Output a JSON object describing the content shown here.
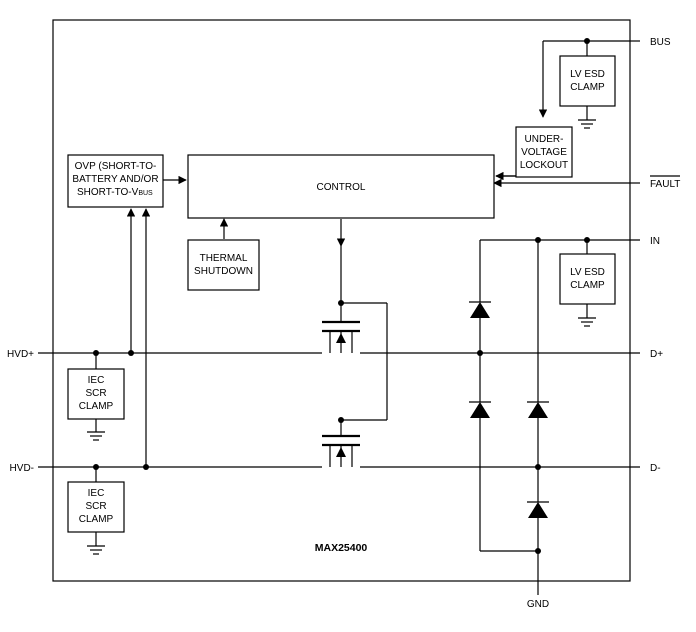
{
  "chip_name": "MAX25400",
  "pins": {
    "bus": "BUS",
    "fault": "FAULT",
    "in": "IN",
    "dplus": "D+",
    "dminus": "D-",
    "gnd": "GND",
    "hvdplus": "HVD+",
    "hvdminus": "HVD-"
  },
  "blocks": {
    "ovp": [
      "OVP (SHORT-TO-",
      "BATTERY AND/OR",
      "SHORT-TO-V"
    ],
    "ovp_subscript": "BUS",
    "control": "CONTROL",
    "thermal": [
      "THERMAL",
      "SHUTDOWN"
    ],
    "uvlo": [
      "UNDER-",
      "VOLTAGE",
      "LOCKOUT"
    ],
    "lv_esd_top": [
      "LV ESD",
      "CLAMP"
    ],
    "lv_esd_mid": [
      "LV ESD",
      "CLAMP"
    ],
    "iec_top": [
      "IEC",
      "SCR",
      "CLAMP"
    ],
    "iec_bottom": [
      "IEC",
      "SCR",
      "CLAMP"
    ]
  }
}
